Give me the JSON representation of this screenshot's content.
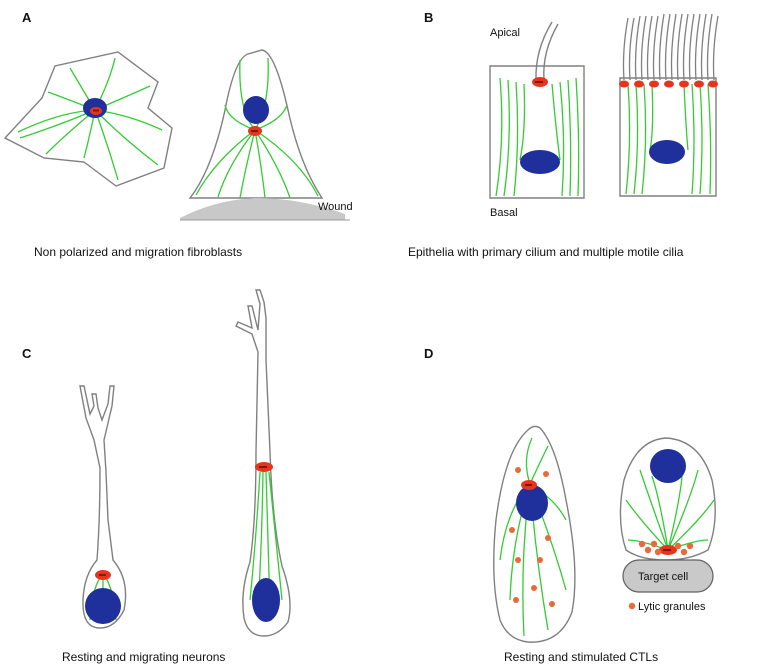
{
  "panels": {
    "A": {
      "letter": "A",
      "caption": "Non polarized and migration fibroblasts",
      "wound_label": "Wound"
    },
    "B": {
      "letter": "B",
      "caption": "Epithelia with primary cilium and multiple motile cilia",
      "apical_label": "Apical",
      "basal_label": "Basal"
    },
    "C": {
      "letter": "C",
      "caption": "Resting and migrating neurons"
    },
    "D": {
      "letter": "D",
      "caption": "Resting and stimulated CTLs",
      "target_cell_label": "Target cell",
      "legend_label": "Lytic granules"
    }
  },
  "colors": {
    "microtubule": "#33cc33",
    "nucleus": "#1f2f9b",
    "centrosome": "#e8341f",
    "cell_outline": "#808080",
    "wound": "#c8c8c8",
    "target_cell": "#c9c9c9",
    "granule": "#e86a3a"
  }
}
